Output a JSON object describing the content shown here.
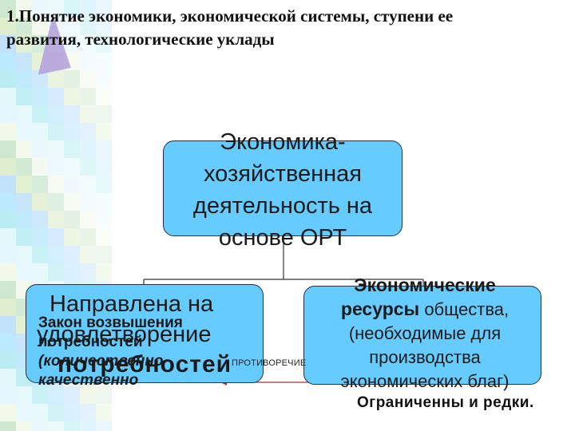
{
  "title": {
    "line1": "1.Понятие экономики, экономической системы, ступени ее",
    "line2": "развития, технологические уклады"
  },
  "top_box": {
    "line1": "Экономика-",
    "line2": "хозяйственная",
    "line3": "деятельность на",
    "line4": "основе ОРТ"
  },
  "left_box": {
    "line1": "Направлена на",
    "line2": "удовлетворение",
    "line3": "потребностей"
  },
  "law": {
    "line1": "Закон возвышения",
    "line2": "потребностей",
    "line3": "(количественно",
    "line4": "качественно"
  },
  "contradiction_label": "ПРОТИВОРЕЧИЕ",
  "right_box": {
    "bold": "Экономические",
    "line2_bold": "ресурсы",
    "line2_rest": " общества,",
    "line3": "(необходимые для",
    "line4": "производства",
    "line5": "экономических благ)"
  },
  "limited_note": "Ограниченны и редки.",
  "colors": {
    "box_fill": "#66ccff",
    "box_border": "#223344"
  }
}
